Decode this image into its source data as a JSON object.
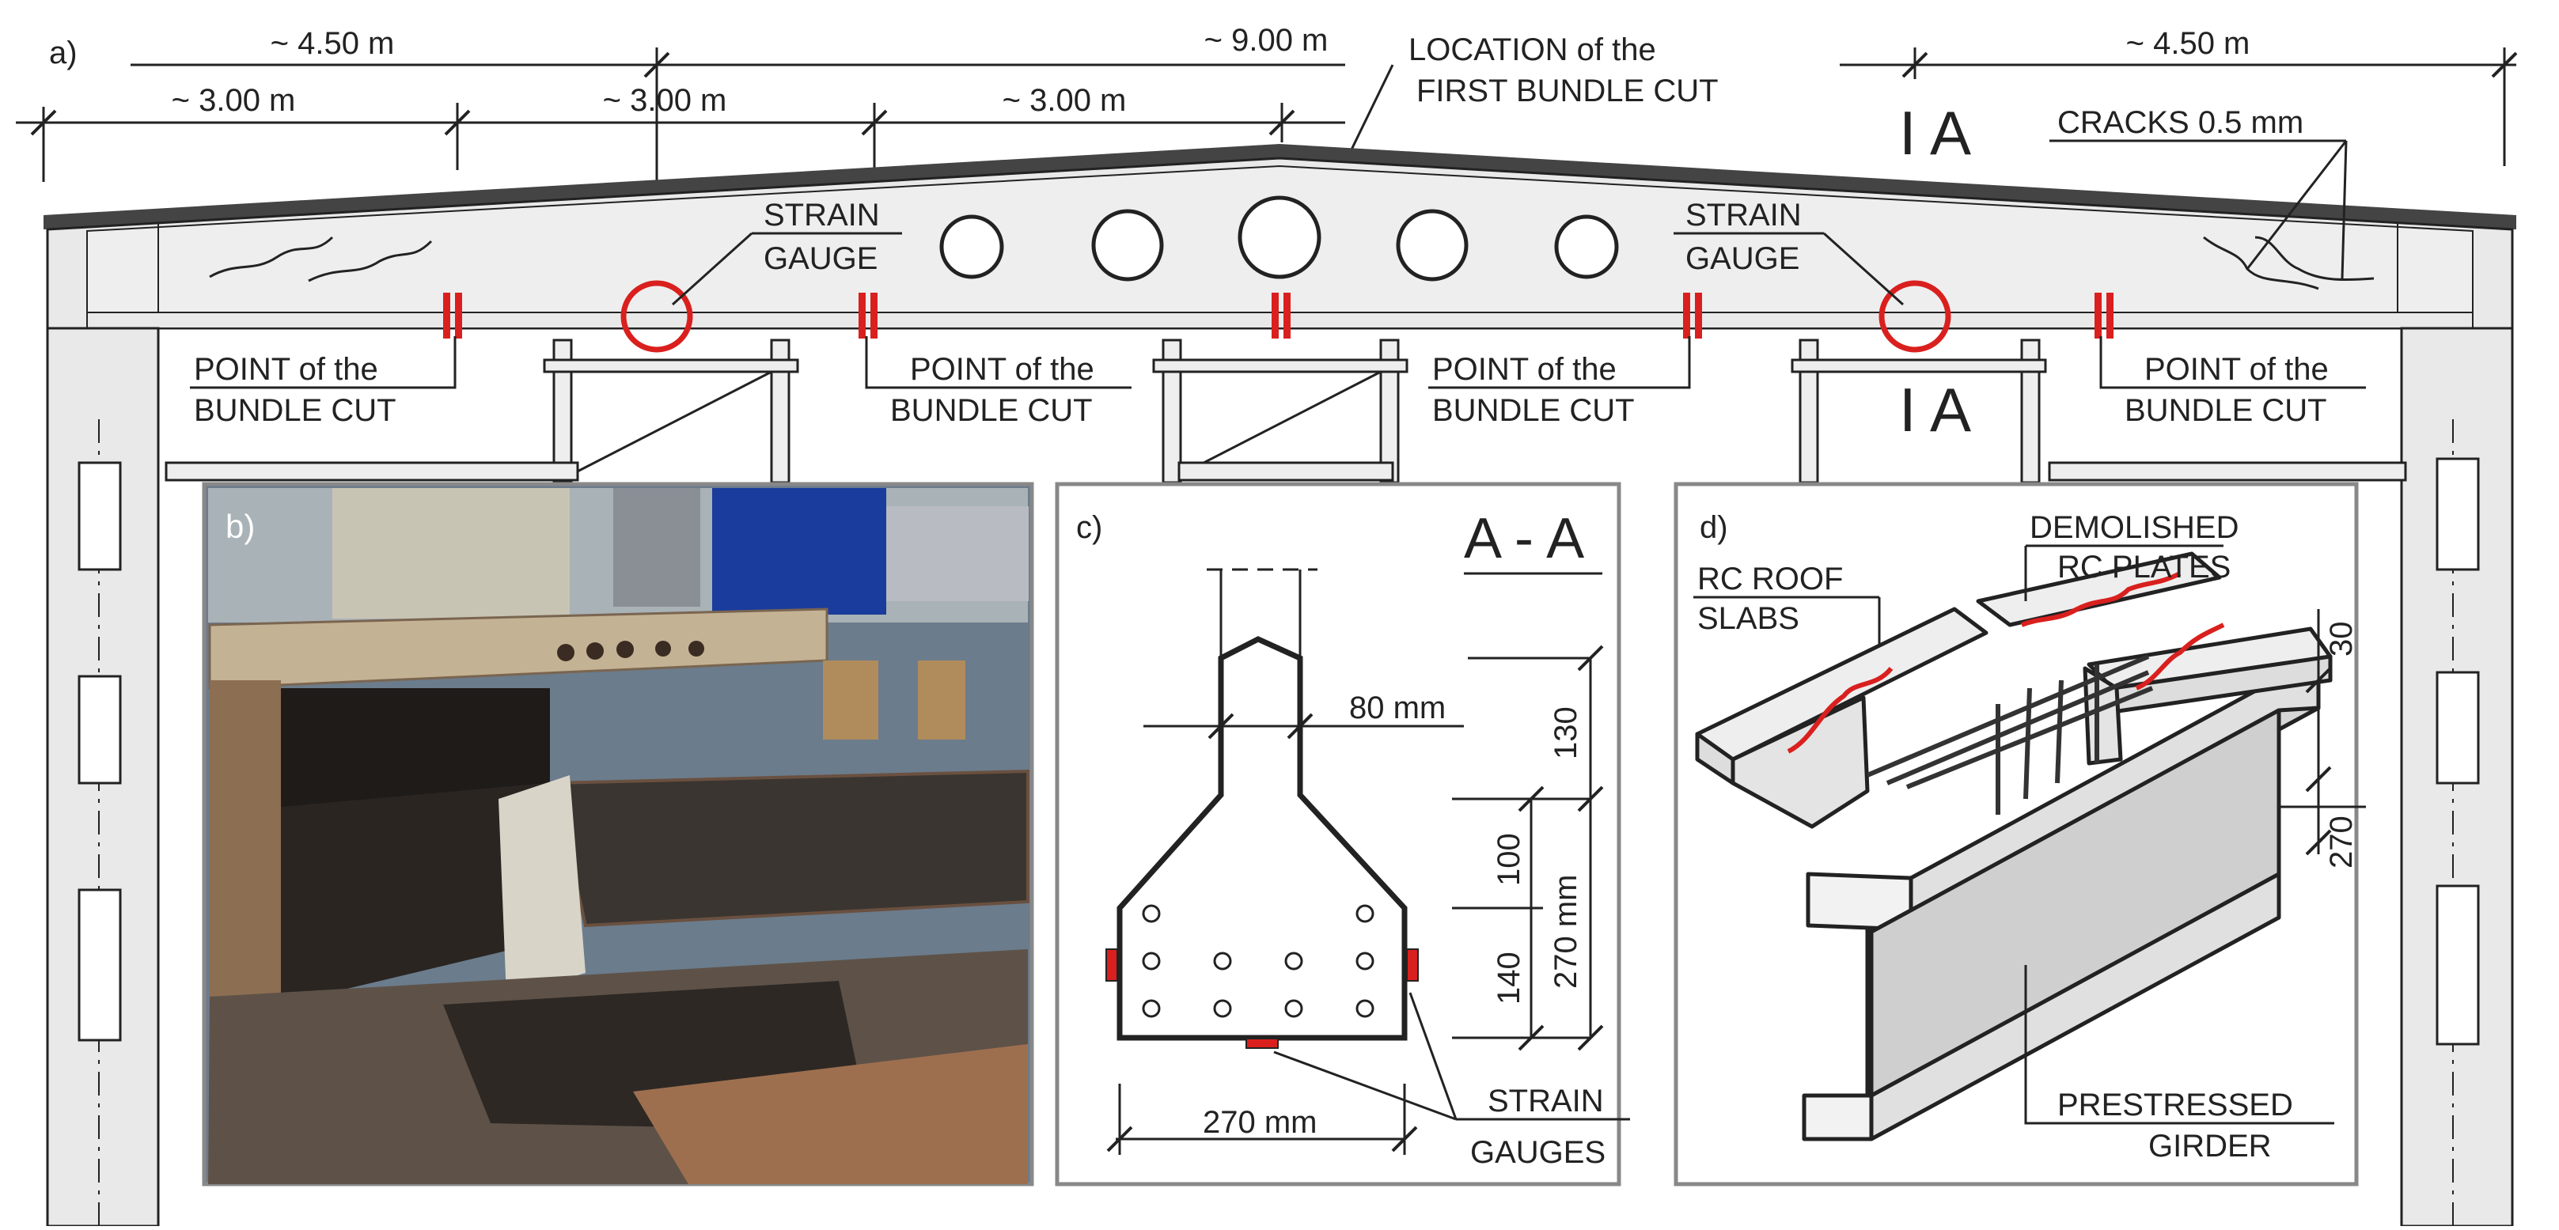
{
  "panel_a": {
    "label": "a)",
    "dims": {
      "half_left": "~ 4.50 m",
      "full": "~ 9.00 m",
      "half_right": "~ 4.50 m",
      "seg1": "~ 3.00 m",
      "seg2": "~ 3.00 m",
      "seg3": "~ 3.00 m"
    },
    "location_first_cut": [
      "LOCATION of the",
      "FIRST BUNDLE CUT"
    ],
    "cracks": "CRACKS 0.5 mm",
    "section_mark": "I A",
    "strain_gauge": [
      "STRAIN",
      "GAUGE"
    ],
    "bundle_cut": [
      "POINT of the",
      "BUNDLE CUT"
    ]
  },
  "panel_b": {
    "label": "b)"
  },
  "panel_c": {
    "label": "c)",
    "title": "A - A",
    "dim_top_width": "80 mm",
    "dim_bottom_width": "270 mm",
    "dim_130": "130",
    "dim_100": "100",
    "dim_140": "140",
    "dim_height": "270 mm",
    "strain_gauges": [
      "STRAIN",
      "GAUGES"
    ]
  },
  "panel_d": {
    "label": "d)",
    "demolished": [
      "DEMOLISHED",
      "RC PLATES"
    ],
    "rc_roof": [
      "RC ROOF",
      "SLABS"
    ],
    "prestressed": [
      "PRESTRESSED",
      "GIRDER"
    ],
    "dim_30": "30",
    "dim_270": "270"
  },
  "colors": {
    "line": "#222222",
    "concrete": "#e9e9e9",
    "accent_red": "#d9201e"
  }
}
